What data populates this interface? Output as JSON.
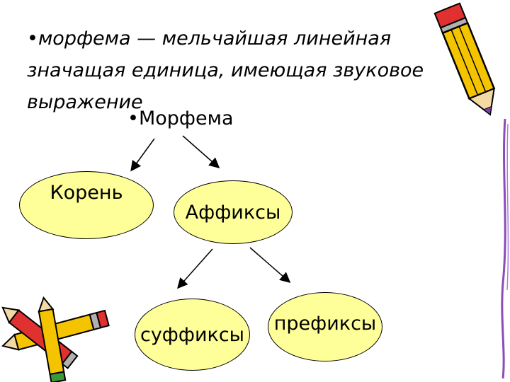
{
  "definition": {
    "bullet": "•",
    "line1": "морфема — мельчайшая линейная",
    "line2": "значащая единица, имеющая звуковое",
    "line3": "выражение"
  },
  "diagram": {
    "root_bullet": "•",
    "root_label": "Морфема",
    "nodes": {
      "root": "Корень",
      "affixes": "Аффиксы",
      "suffixes": "суффиксы",
      "prefixes": "префиксы"
    }
  },
  "colors": {
    "oval_fill": "#ffff99",
    "outline": "#000000",
    "pencil_yellow": "#f5c400",
    "pencil_accent": "#e03030",
    "connector_purple": "#8a4cb8"
  },
  "icons": {
    "top_right": "pencil-icon",
    "bottom_left": "crossed-pencils-icon",
    "right_edge": "vertical-line-decoration"
  }
}
